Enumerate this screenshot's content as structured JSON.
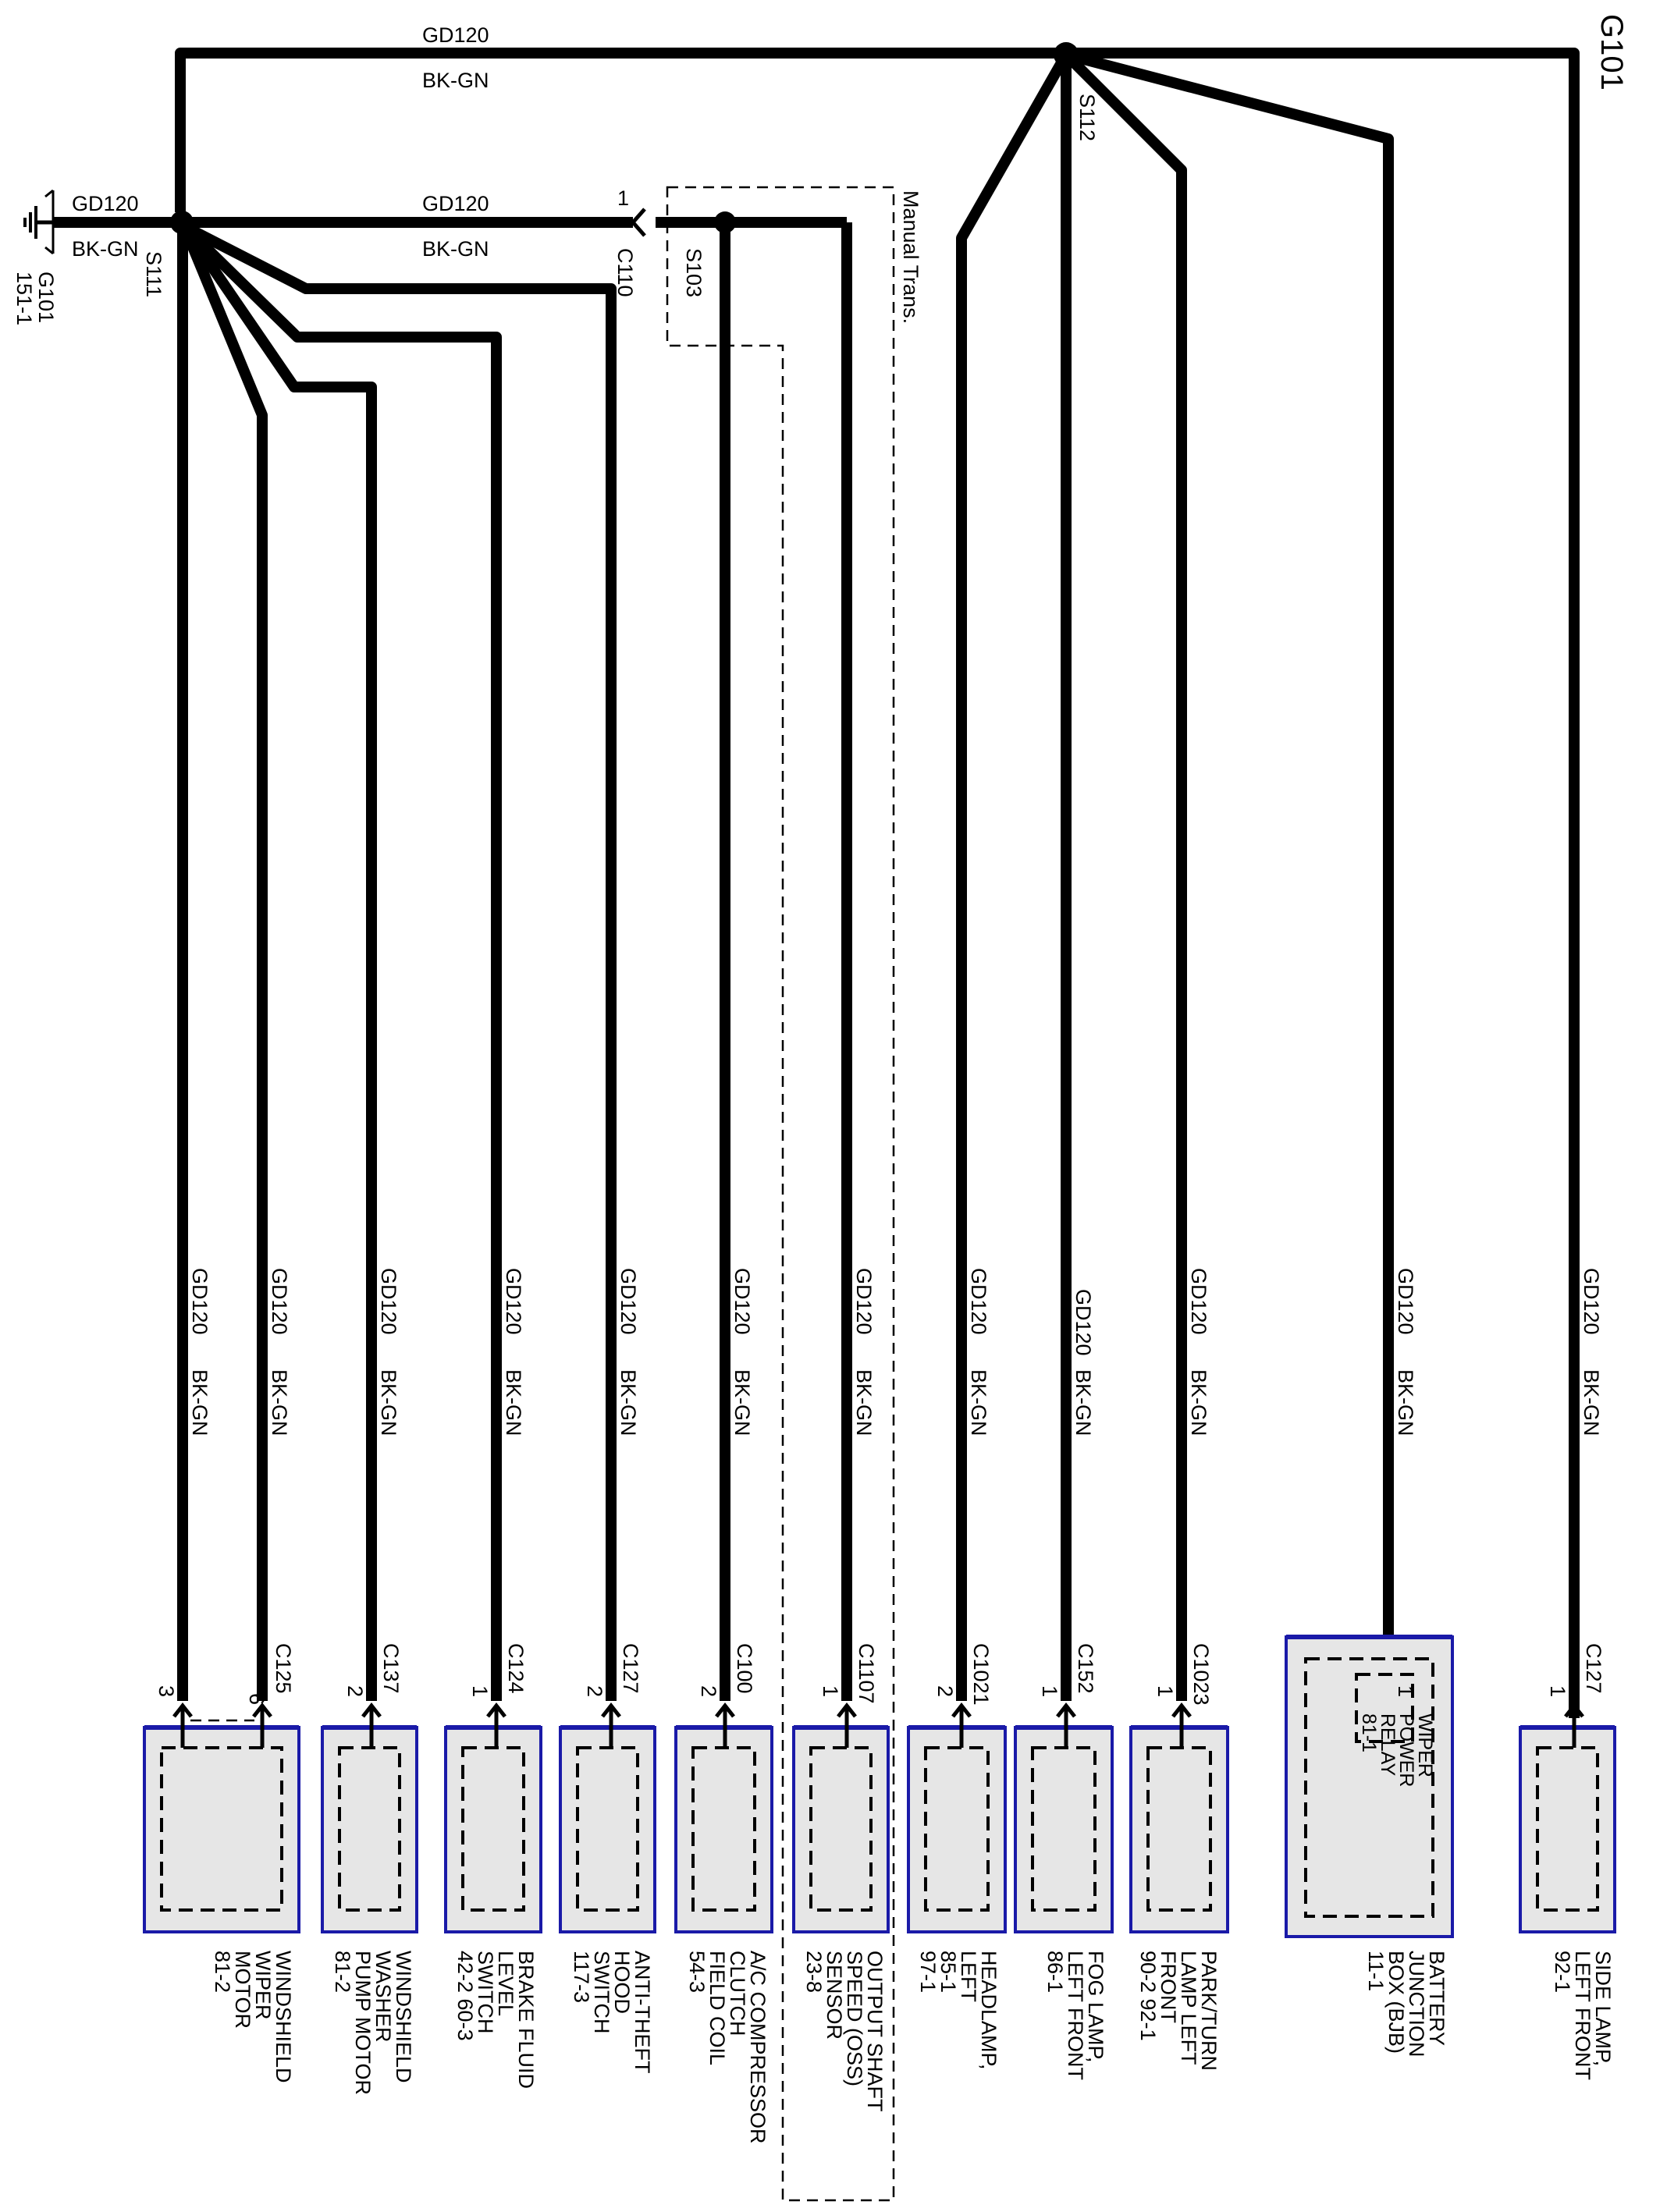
{
  "ground": {
    "id": "G101",
    "location": "151-1"
  },
  "top_ground_label": "G101",
  "circuit": {
    "code": "GD120",
    "color": "BK-GN"
  },
  "splices": {
    "s111": "S111",
    "s112": "S112",
    "s103": "S103"
  },
  "inline_connector": {
    "id": "C110",
    "pin": "1"
  },
  "manual_trans_label": "Manual Trans.",
  "components": [
    {
      "connector": "C125",
      "pins": [
        "3",
        "6"
      ],
      "name": [
        "WINDSHIELD",
        "WIPER",
        "MOTOR",
        "81-2"
      ]
    },
    {
      "connector": "C137",
      "pins": [
        "2"
      ],
      "name": [
        "WINDSHIELD",
        "WASHER",
        "PUMP MOTOR",
        "81-2"
      ]
    },
    {
      "connector": "C124",
      "pins": [
        "1"
      ],
      "name": [
        "BRAKE FLUID",
        "LEVEL",
        "SWITCH",
        "42-2      60-3"
      ]
    },
    {
      "connector": "C127",
      "pins": [
        "2"
      ],
      "name": [
        "ANTI-THEFT",
        "HOOD",
        "SWITCH",
        "117-3"
      ]
    },
    {
      "connector": "C100",
      "pins": [
        "2"
      ],
      "name": [
        "A/C COMPRESSOR",
        "CLUTCH",
        "FIELD COIL",
        "54-3"
      ]
    },
    {
      "connector": "C1107",
      "pins": [
        "1"
      ],
      "name": [
        "OUTPUT SHAFT",
        "SPEED (OSS)",
        "SENSOR",
        "23-8"
      ]
    },
    {
      "connector": "C1021",
      "pins": [
        "2"
      ],
      "name": [
        "HEADLAMP,",
        "LEFT",
        "85-1",
        "97-1"
      ]
    },
    {
      "connector": "C152",
      "pins": [
        "1"
      ],
      "name": [
        "FOG LAMP,",
        "LEFT FRONT",
        "86-1"
      ]
    },
    {
      "connector": "C1023",
      "pins": [
        "1"
      ],
      "name": [
        "PARK/TURN",
        "LAMP LEFT",
        "FRONT",
        "90-2     92-1"
      ]
    },
    {
      "connector": "",
      "pins": [
        "1"
      ],
      "name": [
        "BATTERY",
        "JUNCTION",
        "BOX (BJB)",
        "11-1"
      ],
      "inner": [
        "WIPER",
        "POWER",
        "RELAY",
        "81-1"
      ]
    },
    {
      "connector": "C127",
      "pins": [
        "1"
      ],
      "name": [
        "SIDE LAMP,",
        "LEFT FRONT",
        "92-1"
      ]
    }
  ]
}
